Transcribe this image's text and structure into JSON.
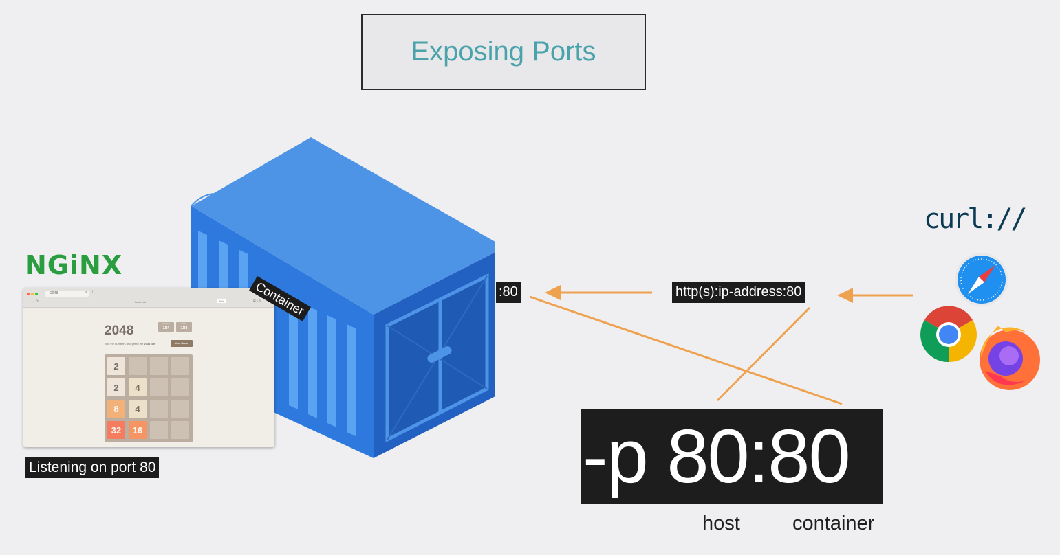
{
  "title": "Exposing Ports",
  "nginx_logo": "NGiNX",
  "browser": {
    "tab_title": "2048",
    "url": "localhost",
    "zoom": "90%",
    "game_title": "2048",
    "score_label": "SCORE",
    "score_value": "184",
    "best_label": "BEST",
    "best_value": "184",
    "intro_prefix": "Join the numbers and get to the ",
    "intro_bold": "2048 tile!",
    "new_game": "New Game",
    "tiles": [
      [
        "2",
        "",
        "",
        ""
      ],
      [
        "2",
        "4",
        "",
        ""
      ],
      [
        "8",
        "4",
        "",
        ""
      ],
      [
        "32",
        "16",
        "",
        ""
      ]
    ]
  },
  "listening_label": "Listening on port 80",
  "container_label": "Container",
  "container_port_label": ":80",
  "http_label": "http(s):ip-address:80",
  "command": "-p 80:80",
  "host_label": "host",
  "container_word_label": "container",
  "curl_logo": "curl://",
  "icons": [
    "curl-logo",
    "safari-icon",
    "chrome-icon",
    "firefox-icon"
  ],
  "colors": {
    "accent_title": "#4aa3ab",
    "arrow": "#eea14f",
    "container_blue": "#4d94e6",
    "nginx_green": "#2a9e3f",
    "label_bg": "#1c1c1c"
  }
}
